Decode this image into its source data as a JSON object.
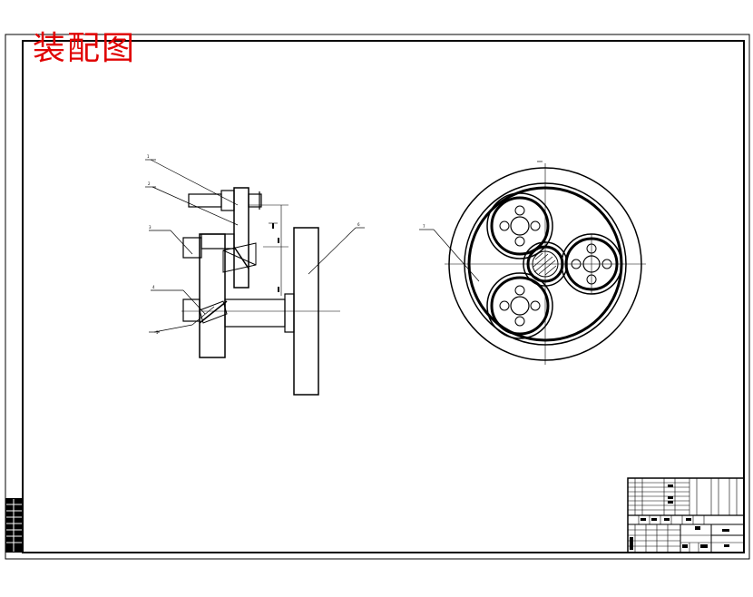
{
  "drawing": {
    "title": "装配图",
    "title_color": "#e00000",
    "line_color": "#000000",
    "background": "#ffffff"
  },
  "balloons": [
    "1",
    "2",
    "3",
    "4",
    "5",
    "6",
    "7"
  ]
}
